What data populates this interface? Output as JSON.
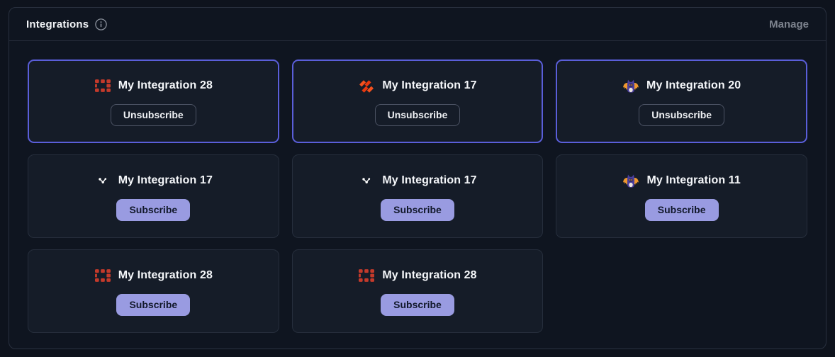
{
  "header": {
    "title": "Integrations",
    "manage_label": "Manage"
  },
  "colors": {
    "subscribed_border": "#5a5ed9",
    "subscribe_button_bg": "#999be1",
    "card_bg": "#151c28",
    "panel_bg": "#0f1520",
    "red_icon": "#c43a2b",
    "orange_icon": "#ee3c16",
    "pink_icon": "#e02460",
    "mascot_purple": "#4b3f9e",
    "mascot_orange": "#f0982f"
  },
  "cards": [
    {
      "title": "My Integration 28",
      "icon": "red-blocks",
      "state": "subscribed",
      "action": "Unsubscribe"
    },
    {
      "title": "My Integration 17",
      "icon": "orange-stripes",
      "state": "subscribed",
      "action": "Unsubscribe"
    },
    {
      "title": "My Integration 20",
      "icon": "mascot",
      "state": "subscribed",
      "action": "Unsubscribe"
    },
    {
      "title": "My Integration 17",
      "icon": "pink-molecule",
      "state": "unsubscribed",
      "action": "Subscribe"
    },
    {
      "title": "My Integration 17",
      "icon": "pink-molecule",
      "state": "unsubscribed",
      "action": "Subscribe"
    },
    {
      "title": "My Integration 11",
      "icon": "mascot",
      "state": "unsubscribed",
      "action": "Subscribe"
    },
    {
      "title": "My Integration 28",
      "icon": "red-blocks",
      "state": "unsubscribed",
      "action": "Subscribe"
    },
    {
      "title": "My Integration 28",
      "icon": "red-blocks",
      "state": "unsubscribed",
      "action": "Subscribe"
    }
  ]
}
